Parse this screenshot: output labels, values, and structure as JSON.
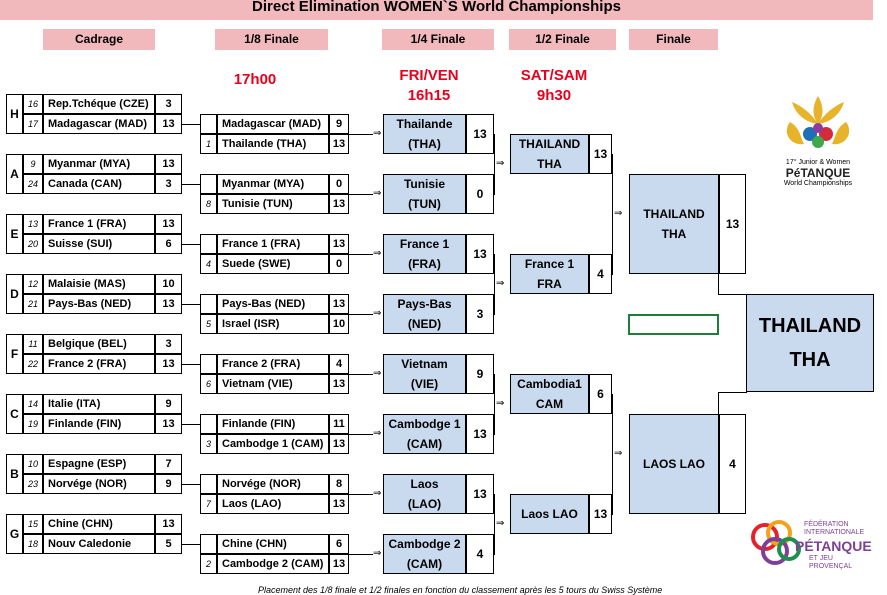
{
  "title": "Direct Elimination WOMEN`S World Championships",
  "columns": [
    "Cadrage",
    "1/8 Finale",
    "1/4 Finale",
    "1/2 Finale",
    "Finale"
  ],
  "times": {
    "r16": "17h00",
    "qf_day": "FRI/VEN",
    "qf_time": "16h15",
    "sf_day": "SAT/SAM",
    "sf_time": "9h30"
  },
  "cadrage": [
    {
      "group": "H",
      "a_seed": "16",
      "a_name": "Rep.Tchéque (CZE)",
      "a_score": "3",
      "b_seed": "17",
      "b_name": "Madagascar (MAD)",
      "b_score": "13"
    },
    {
      "group": "A",
      "a_seed": "9",
      "a_name": "Myanmar (MYA)",
      "a_score": "13",
      "b_seed": "24",
      "b_name": "Canada (CAN)",
      "b_score": "3"
    },
    {
      "group": "E",
      "a_seed": "13",
      "a_name": "France 1 (FRA)",
      "a_score": "13",
      "b_seed": "20",
      "b_name": "Suisse (SUI)",
      "b_score": "6"
    },
    {
      "group": "D",
      "a_seed": "12",
      "a_name": "Malaisie (MAS)",
      "a_score": "10",
      "b_seed": "21",
      "b_name": "Pays-Bas (NED)",
      "b_score": "13"
    },
    {
      "group": "F",
      "a_seed": "11",
      "a_name": "Belgique (BEL)",
      "a_score": "3",
      "b_seed": "22",
      "b_name": "France 2 (FRA)",
      "b_score": "13"
    },
    {
      "group": "C",
      "a_seed": "14",
      "a_name": "Italie (ITA)",
      "a_score": "9",
      "b_seed": "19",
      "b_name": "Finlande (FIN)",
      "b_score": "13"
    },
    {
      "group": "B",
      "a_seed": "10",
      "a_name": "Espagne (ESP)",
      "a_score": "7",
      "b_seed": "23",
      "b_name": "Norvége (NOR)",
      "b_score": "9"
    },
    {
      "group": "G",
      "a_seed": "15",
      "a_name": "Chine (CHN)",
      "a_score": "13",
      "b_seed": "18",
      "b_name": "Nouv Caledonie",
      "b_score": "5"
    }
  ],
  "r16": [
    {
      "a_seed": "",
      "a_name": "Madagascar (MAD)",
      "a_score": "9",
      "b_seed": "1",
      "b_name": "Thailande (THA)",
      "b_score": "13"
    },
    {
      "a_seed": "",
      "a_name": "Myanmar (MYA)",
      "a_score": "0",
      "b_seed": "8",
      "b_name": "Tunisie (TUN)",
      "b_score": "13"
    },
    {
      "a_seed": "",
      "a_name": "France 1 (FRA)",
      "a_score": "13",
      "b_seed": "4",
      "b_name": "Suede (SWE)",
      "b_score": "0"
    },
    {
      "a_seed": "",
      "a_name": "Pays-Bas (NED)",
      "a_score": "13",
      "b_seed": "5",
      "b_name": "Israel (ISR)",
      "b_score": "10"
    },
    {
      "a_seed": "",
      "a_name": "France 2 (FRA)",
      "a_score": "4",
      "b_seed": "6",
      "b_name": "Vietnam (VIE)",
      "b_score": "13"
    },
    {
      "a_seed": "",
      "a_name": "Finlande (FIN)",
      "a_score": "11",
      "b_seed": "3",
      "b_name": "Cambodge 1 (CAM)",
      "b_score": "13"
    },
    {
      "a_seed": "",
      "a_name": "Norvége (NOR)",
      "a_score": "8",
      "b_seed": "7",
      "b_name": "Laos (LAO)",
      "b_score": "13"
    },
    {
      "a_seed": "",
      "a_name": "Chine (CHN)",
      "a_score": "6",
      "b_seed": "2",
      "b_name": "Cambodge 2 (CAM)",
      "b_score": "13"
    }
  ],
  "qf": [
    {
      "line1": "Thailande",
      "line2": "(THA)",
      "score": "13"
    },
    {
      "line1": "Tunisie",
      "line2": "(TUN)",
      "score": "0"
    },
    {
      "line1": "France 1",
      "line2": "(FRA)",
      "score": "13"
    },
    {
      "line1": "Pays-Bas",
      "line2": "(NED)",
      "score": "3"
    },
    {
      "line1": "Vietnam",
      "line2": "(VIE)",
      "score": "9"
    },
    {
      "line1": "Cambodge 1",
      "line2": "(CAM)",
      "score": "13"
    },
    {
      "line1": "Laos",
      "line2": "(LAO)",
      "score": "13"
    },
    {
      "line1": "Cambodge 2",
      "line2": "(CAM)",
      "score": "4"
    }
  ],
  "sf": [
    {
      "line1": "THAILAND",
      "line2": "THA",
      "score": "13"
    },
    {
      "line1": "France 1",
      "line2": "FRA",
      "score": "4"
    },
    {
      "line1": "Cambodia1",
      "line2": "CAM",
      "score": "6"
    },
    {
      "line1": "Laos LAO",
      "line2": "",
      "score": "13"
    }
  ],
  "finalists": [
    {
      "line1": "THAILAND",
      "line2": "THA",
      "score": "13"
    },
    {
      "line1": "LAOS LAO",
      "line2": "",
      "score": "4"
    }
  ],
  "champion": {
    "line1": "THAILAND",
    "line2": "THA"
  },
  "logo_top": {
    "line1": "17° Junior & Women",
    "line2": "PéTANQUE",
    "line3": "World Championships"
  },
  "logo_bottom": {
    "line1": "FÉDÉRATION",
    "line2": "INTERNATIONALE",
    "line3": "PÉTANQUE",
    "line4": "ET JEU",
    "line5": "PROVENÇAL"
  },
  "footnote": "Placement des 1/8 finale et 1/2 finales en fonction du classement après les 5 tours du Swiss Système",
  "colors": {
    "header_pink": "#f2b9bd",
    "box_blue": "#c9d9ee",
    "time_red": "#e8001c",
    "selection_green": "#1e7d3a"
  }
}
